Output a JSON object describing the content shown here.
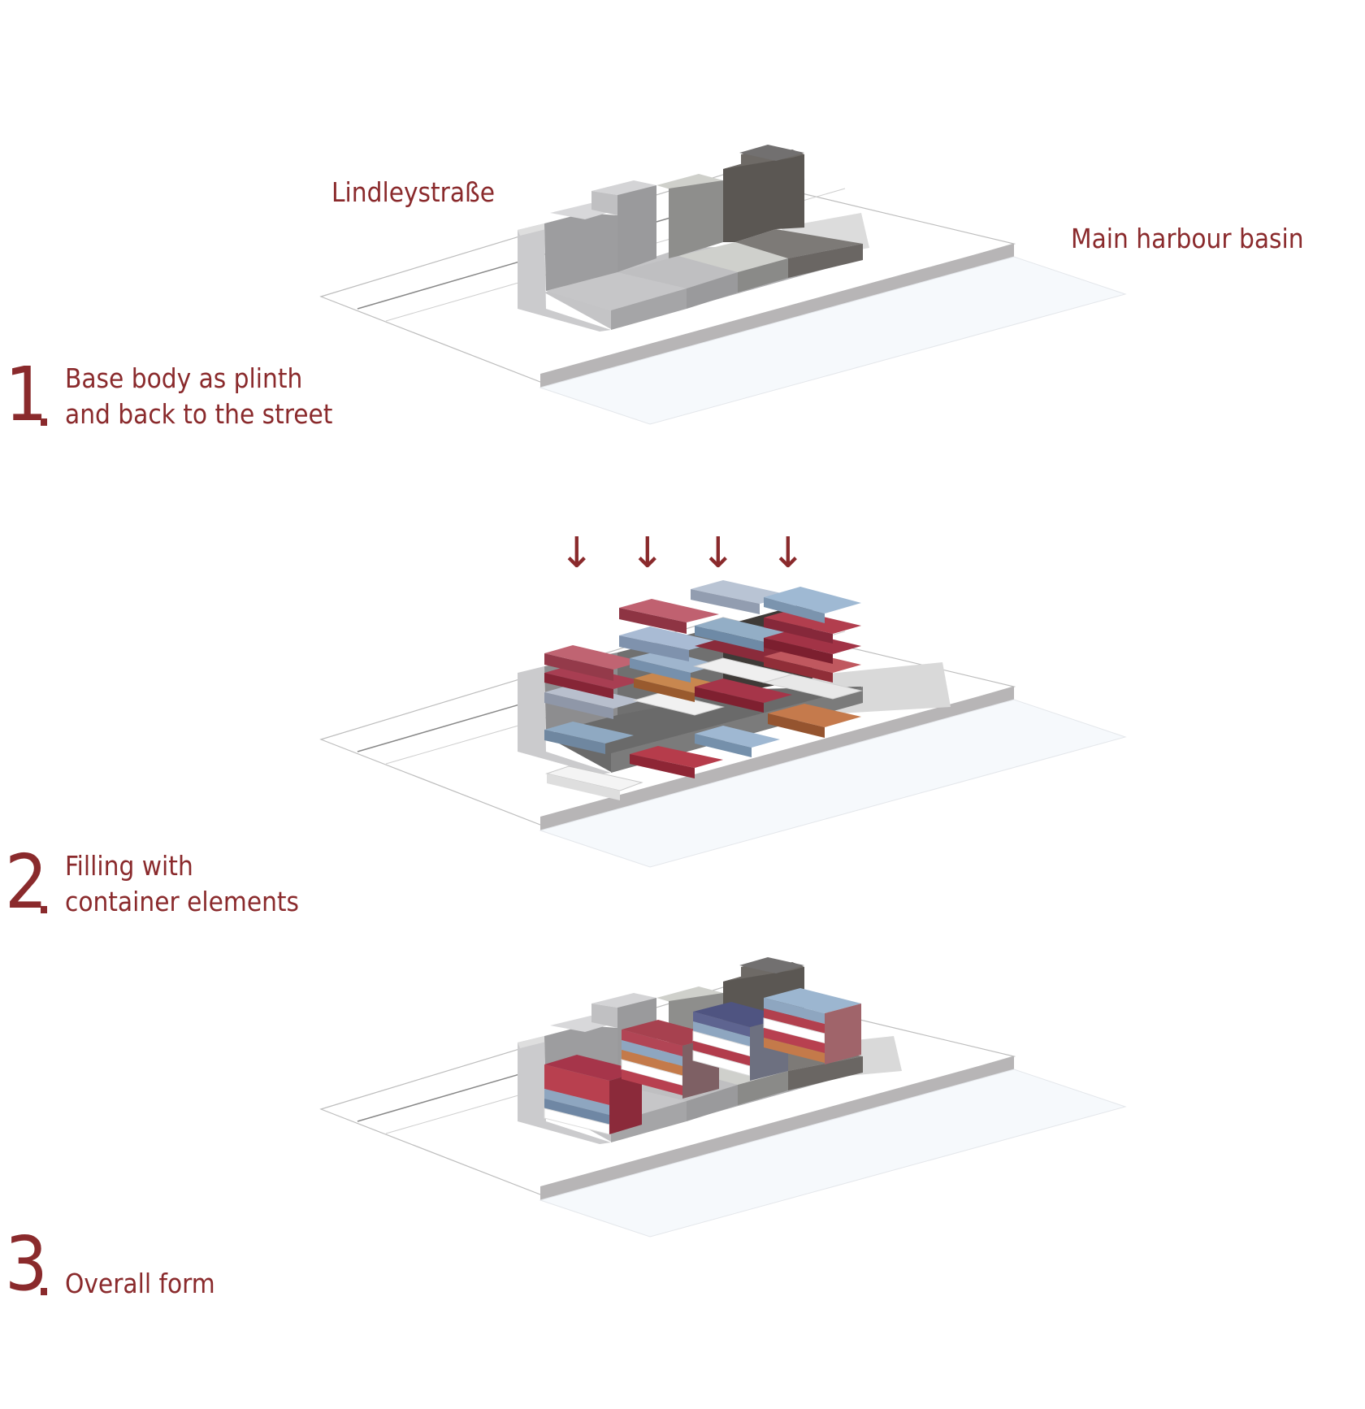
{
  "labels": {
    "street": "Lindleystraße",
    "harbour": "Main harbour basin"
  },
  "steps": [
    {
      "number": "1",
      "lines": [
        "Base body as plinth",
        "and back to the street"
      ]
    },
    {
      "number": "2",
      "lines": [
        "Filling with",
        "container elements"
      ]
    },
    {
      "number": "3",
      "lines": [
        "Overall form"
      ]
    }
  ],
  "arrows": [
    "↓",
    "↓",
    "↓",
    "↓"
  ],
  "colors": {
    "text": "#8a2a2c",
    "red": "#b04a55",
    "blue": "#8ea6c0",
    "white": "#eeeeee",
    "orange": "#c0764a",
    "navy": "#4e5480",
    "concrete": "#9a9a9c",
    "dark": "#5a5654"
  }
}
